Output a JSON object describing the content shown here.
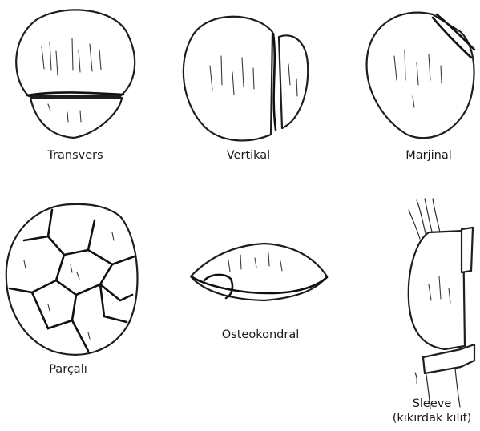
{
  "labels": {
    "transvers": "Transvers",
    "vertikal": "Vertikal",
    "marjinal": "Marjinal",
    "parcali": "Parçalı",
    "osteokondral": "Osteokondral",
    "sleeve_line1": "Sleeve",
    "sleeve_line2": "(kıkırdak kılıf)"
  }
}
